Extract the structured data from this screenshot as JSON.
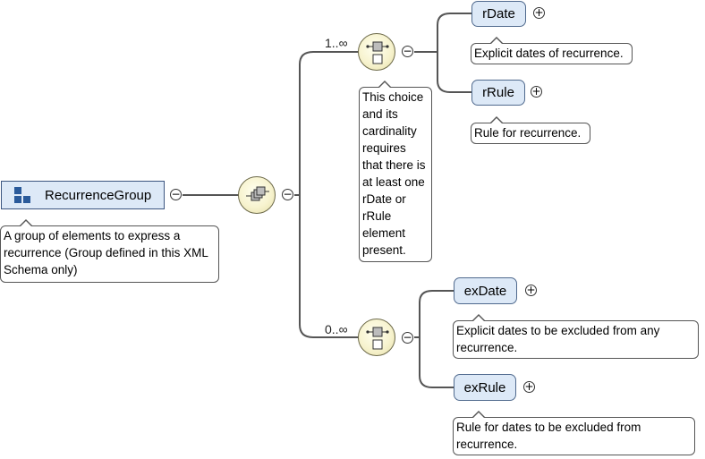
{
  "group": {
    "name": "RecurrenceGroup",
    "annotation": "A group of elements to express a recurrence (Group defined in this XML Schema only)",
    "toggle": "−"
  },
  "sequence": {
    "toggle": "−"
  },
  "choice_required": {
    "cardinality": "1..∞",
    "toggle": "−",
    "annotation": "This choice and its cardinality requires that there is at least one rDate or rRule element present."
  },
  "choice_optional": {
    "cardinality": "0..∞",
    "toggle": "−"
  },
  "elements": {
    "rDate": {
      "name": "rDate",
      "annotation": "Explicit dates of recurrence.",
      "toggle": "+"
    },
    "rRule": {
      "name": "rRule",
      "annotation": "Rule for recurrence.",
      "toggle": "+"
    },
    "exDate": {
      "name": "exDate",
      "annotation": "Explicit dates to be excluded from any recurrence.",
      "toggle": "+"
    },
    "exRule": {
      "name": "exRule",
      "annotation": "Rule for dates to be excluded from recurrence.",
      "toggle": "+"
    }
  },
  "colors": {
    "element_fill": "#dde9f7",
    "element_border": "#506a8e",
    "compositor_fill": "#f7f3cf",
    "wire": "#555555"
  }
}
